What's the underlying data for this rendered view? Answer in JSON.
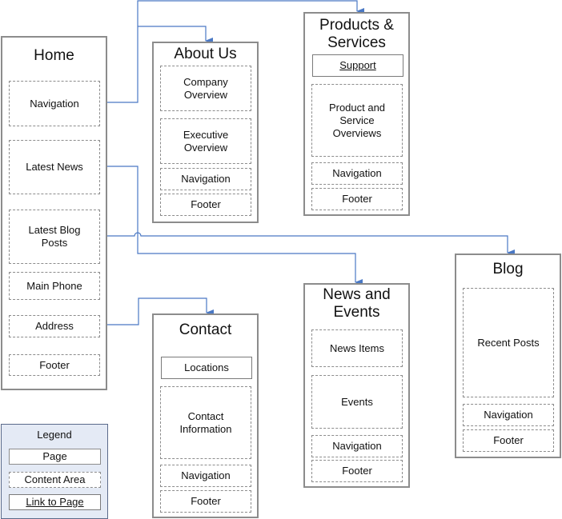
{
  "pages": {
    "home": {
      "title": "Home",
      "areas": {
        "navigation": "Navigation",
        "latest_news": "Latest News",
        "latest_blog_posts": "Latest Blog\nPosts",
        "main_phone": "Main Phone",
        "address": "Address",
        "footer": "Footer"
      }
    },
    "about_us": {
      "title": "About Us",
      "areas": {
        "company_overview": "Company\nOverview",
        "executive_overview": "Executive\nOverview",
        "navigation": "Navigation",
        "footer": "Footer"
      }
    },
    "products_services": {
      "title": "Products &\nServices",
      "links": {
        "support": "Support"
      },
      "areas": {
        "product_service_overviews": "Product and\nService\nOverviews",
        "navigation": "Navigation",
        "footer": "Footer"
      }
    },
    "blog": {
      "title": "Blog",
      "areas": {
        "recent_posts": "Recent Posts",
        "navigation": "Navigation",
        "footer": "Footer"
      }
    },
    "news_events": {
      "title": "News and\nEvents",
      "areas": {
        "news_items": "News Items",
        "events": "Events",
        "navigation": "Navigation",
        "footer": "Footer"
      }
    },
    "contact": {
      "title": "Contact",
      "links": {
        "locations": "Locations"
      },
      "areas": {
        "contact_information": "Contact\nInformation",
        "navigation": "Navigation",
        "footer": "Footer"
      }
    }
  },
  "legend": {
    "title": "Legend",
    "page": "Page",
    "content_area": "Content Area",
    "link_to_page": "Link to Page"
  },
  "colors": {
    "connector": "#4a78c4",
    "page_border": "#8c8c8c",
    "legend_fill": "#e4eaf5"
  }
}
